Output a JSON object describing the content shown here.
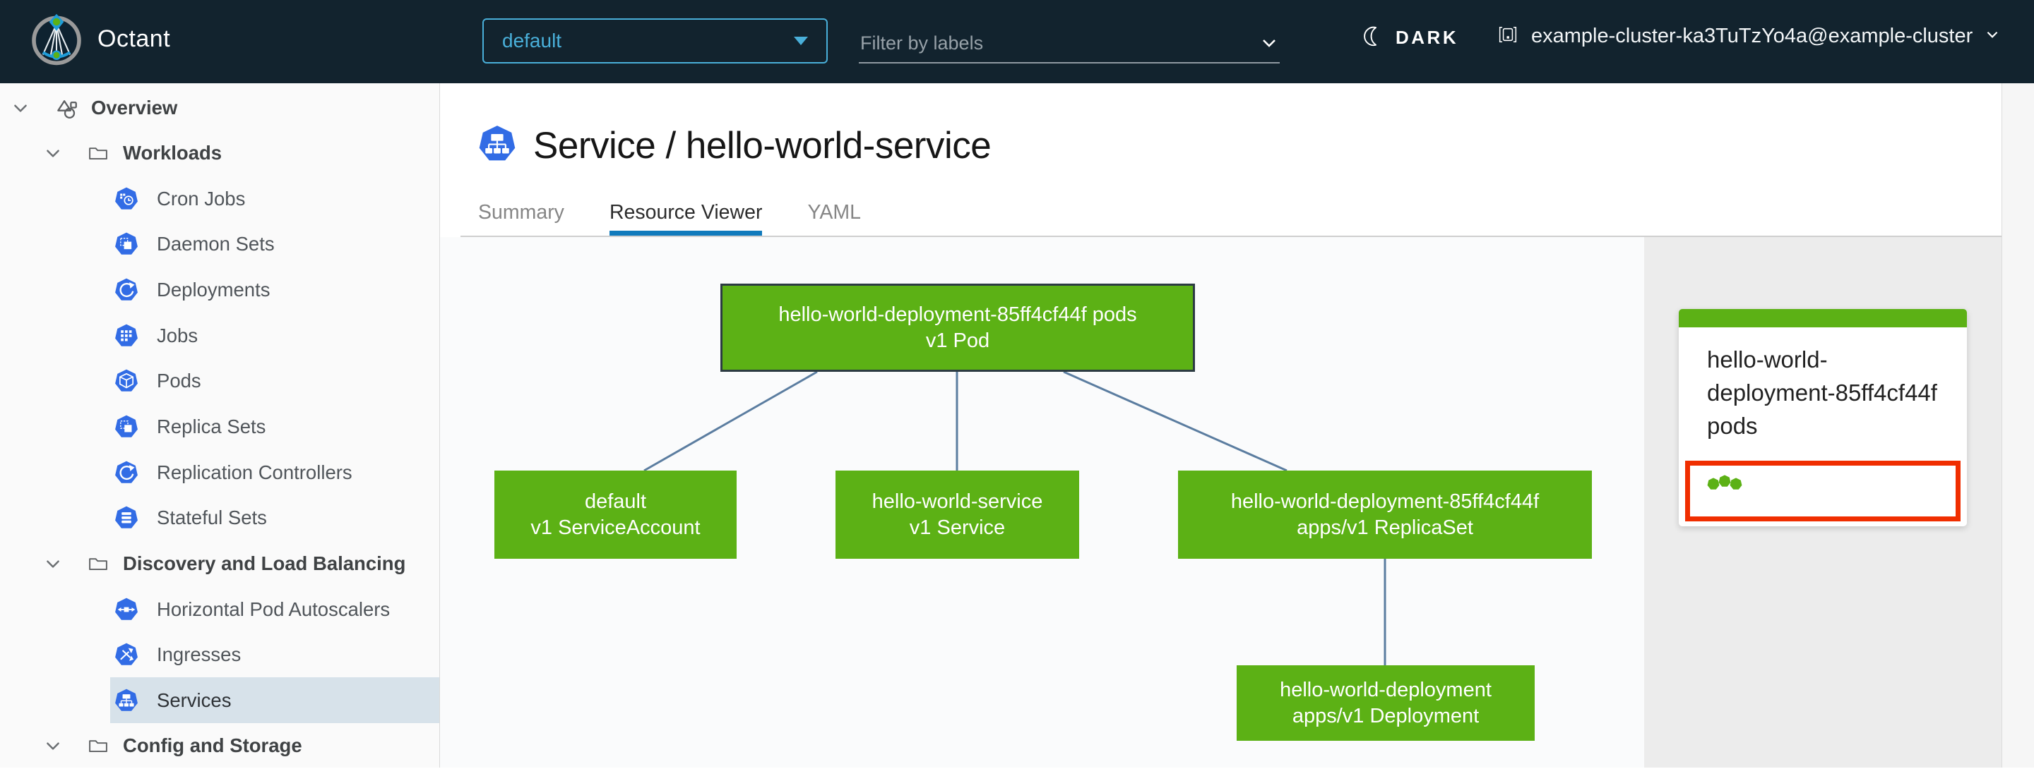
{
  "colors": {
    "header_bg": "#12232e",
    "accent": "#49afd9",
    "k8s_blue": "#326ce5",
    "green": "#5cb115",
    "edge": "#5b7da0",
    "red": "#f02e00",
    "tab_underline": "#107abc",
    "selected_bg": "#d7e2ea"
  },
  "header": {
    "app_name": "Octant",
    "namespace_selector": {
      "value": "default",
      "icon": "caret-down-icon"
    },
    "filter": {
      "placeholder": "Filter by labels",
      "icon": "chevron-down-icon"
    },
    "theme_toggle": {
      "label": "DARK",
      "icon": "moon-icon"
    },
    "context_switcher": {
      "label": "example-cluster-ka3TuTzYo4a@example-cluster",
      "icon": "cluster-icon",
      "chevron": "chevron-down-icon"
    }
  },
  "sidebar": {
    "items": [
      {
        "label": "Overview",
        "level": 0,
        "group": true,
        "icon": "objects-icon",
        "expanded": true
      },
      {
        "label": "Workloads",
        "level": 1,
        "group": true,
        "icon": "folder-icon",
        "expanded": true
      },
      {
        "label": "Cron Jobs",
        "level": 2,
        "icon": "cronjobs-icon"
      },
      {
        "label": "Daemon Sets",
        "level": 2,
        "icon": "daemonsets-icon"
      },
      {
        "label": "Deployments",
        "level": 2,
        "icon": "deployments-icon"
      },
      {
        "label": "Jobs",
        "level": 2,
        "icon": "jobs-icon"
      },
      {
        "label": "Pods",
        "level": 2,
        "icon": "pods-icon"
      },
      {
        "label": "Replica Sets",
        "level": 2,
        "icon": "replicasets-icon"
      },
      {
        "label": "Replication Controllers",
        "level": 2,
        "icon": "replicationcontrollers-icon"
      },
      {
        "label": "Stateful Sets",
        "level": 2,
        "icon": "statefulsets-icon"
      },
      {
        "label": "Discovery and Load Balancing",
        "level": 1,
        "group": true,
        "icon": "folder-icon",
        "expanded": true
      },
      {
        "label": "Horizontal Pod Autoscalers",
        "level": 2,
        "icon": "hpa-icon"
      },
      {
        "label": "Ingresses",
        "level": 2,
        "icon": "ingresses-icon"
      },
      {
        "label": "Services",
        "level": 2,
        "icon": "services-icon",
        "selected": true
      },
      {
        "label": "Config and Storage",
        "level": 1,
        "group": true,
        "icon": "folder-icon",
        "expanded": true
      }
    ]
  },
  "main": {
    "title": "Service / hello-world-service",
    "title_icon": "service-icon",
    "tabs": [
      {
        "label": "Summary",
        "active": false
      },
      {
        "label": "Resource Viewer",
        "active": true
      },
      {
        "label": "YAML",
        "active": false
      }
    ]
  },
  "graph": {
    "nodes": [
      {
        "id": "pod",
        "line1": "hello-world-deployment-85ff4cf44f pods",
        "line2": "v1 Pod",
        "selected": true
      },
      {
        "id": "serviceaccount",
        "line1": "default",
        "line2": "v1 ServiceAccount",
        "selected": false
      },
      {
        "id": "service",
        "line1": "hello-world-service",
        "line2": "v1 Service",
        "selected": false
      },
      {
        "id": "replicaset",
        "line1": "hello-world-deployment-85ff4cf44f",
        "line2": "apps/v1 ReplicaSet",
        "selected": false
      },
      {
        "id": "deployment",
        "line1": "hello-world-deployment",
        "line2": "apps/v1 Deployment",
        "selected": false
      }
    ],
    "edges": [
      {
        "from": "pod",
        "to": "serviceaccount"
      },
      {
        "from": "pod",
        "to": "service"
      },
      {
        "from": "pod",
        "to": "replicaset"
      },
      {
        "from": "replicaset",
        "to": "deployment"
      }
    ]
  },
  "panel": {
    "card": {
      "title": "hello-world-deployment-85ff4cf44f pods",
      "status_dots": 3,
      "dot_icon": "pod-status-dot"
    }
  }
}
